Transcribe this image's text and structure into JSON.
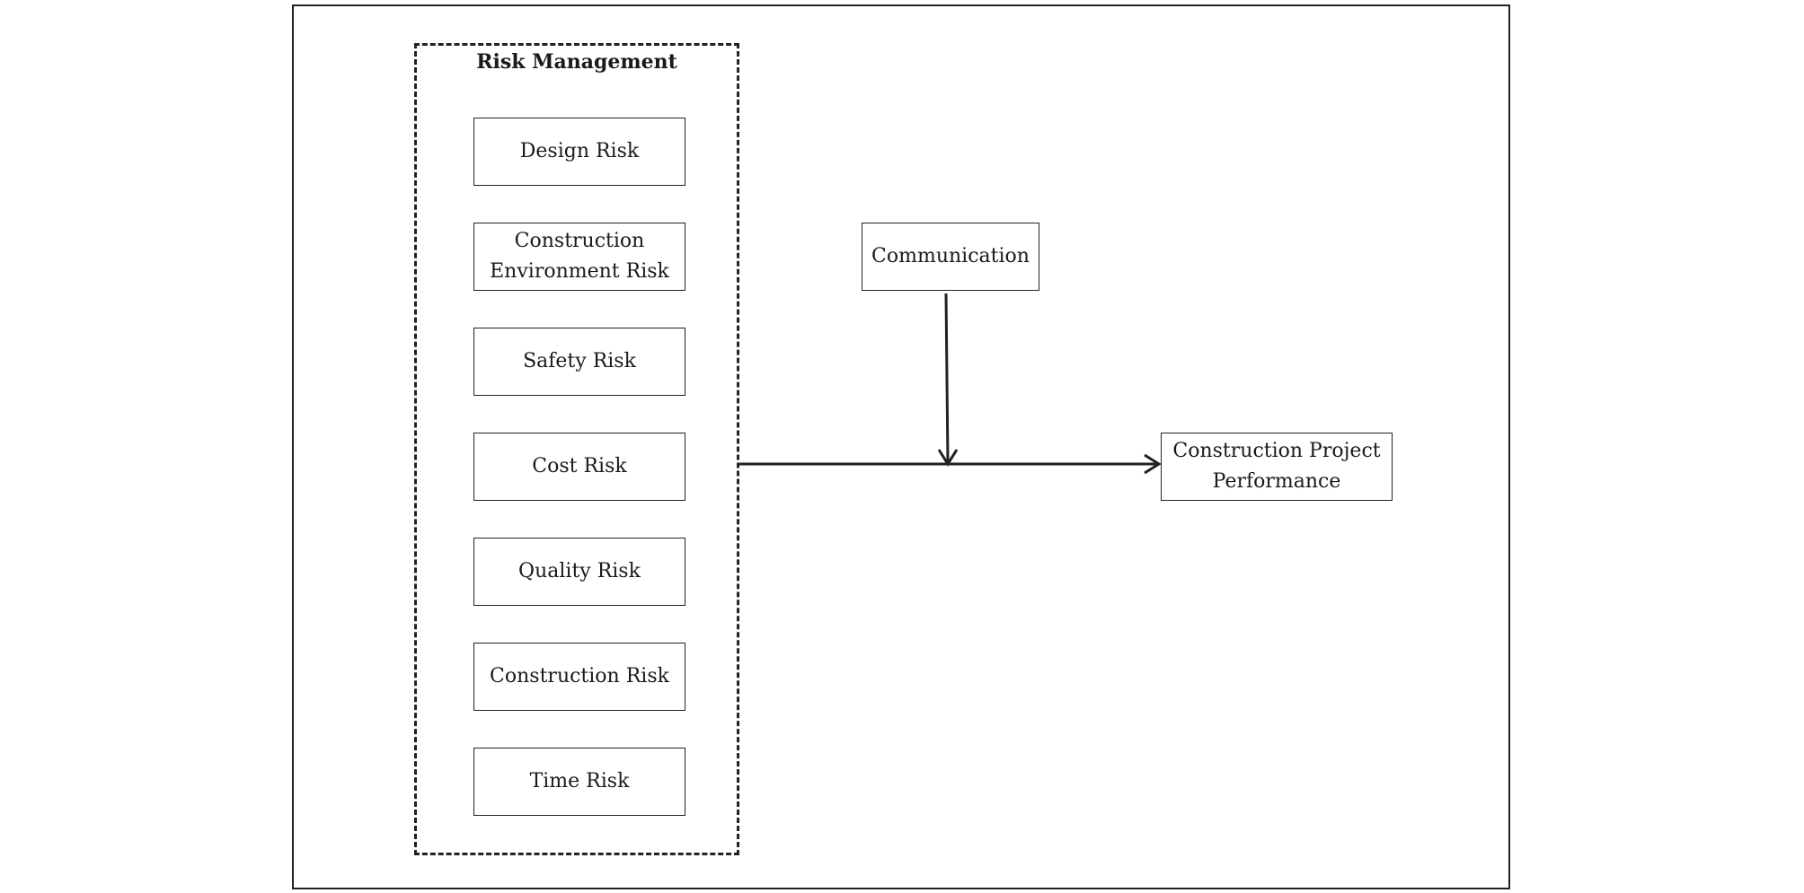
{
  "group": {
    "title": "Risk Management",
    "items": [
      {
        "label": "Design Risk"
      },
      {
        "label": "Construction Environment Risk"
      },
      {
        "label": "Safety Risk"
      },
      {
        "label": "Cost Risk"
      },
      {
        "label": "Quality Risk"
      },
      {
        "label": "Construction Risk"
      },
      {
        "label": "Time Risk"
      }
    ]
  },
  "moderator": {
    "label": "Communication"
  },
  "outcome": {
    "label": "Construction Project Performance"
  },
  "colors": {
    "stroke": "#222222",
    "background": "#ffffff"
  }
}
